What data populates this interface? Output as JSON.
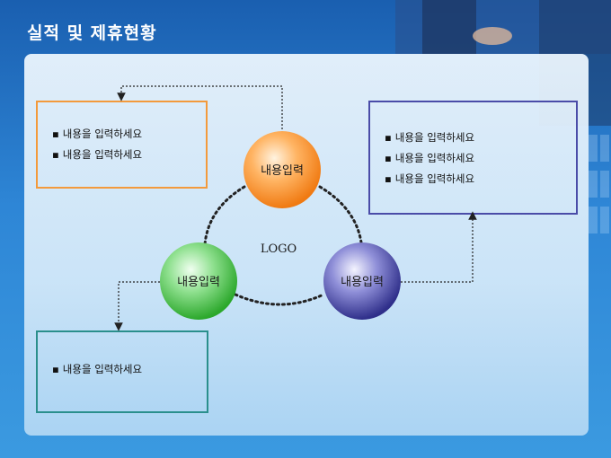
{
  "title": "실적 및 제휴현황",
  "logo": "LOGO",
  "nodes": {
    "top": "내용입력",
    "left": "내용입력",
    "right": "내용입력"
  },
  "boxes": {
    "top_left": [
      "내용을 입력하세요",
      "내용을 입력하세요"
    ],
    "top_right": [
      "내용을 입력하세요",
      "내용을 입력하세요",
      "내용을 입력하세요"
    ],
    "bottom_left": [
      "내용을 입력하세요"
    ]
  },
  "colors": {
    "orange": "#f39a3c",
    "green": "#3fbf3f",
    "purple": "#4a4ca8",
    "teal": "#2a8f8c"
  }
}
